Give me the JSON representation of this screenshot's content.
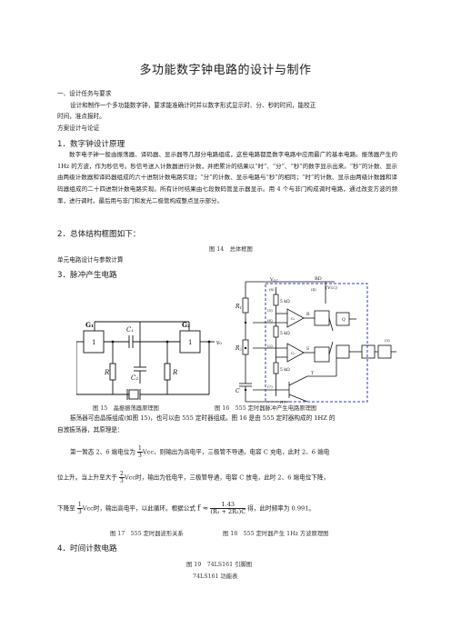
{
  "doc": {
    "title": "多功能数字钟电路的设计与制作",
    "s1": "一、设计任务与要求",
    "s1_text_a": "设计和制作一个多功能数字钟，要求能准确计时并以数字形式显示时、分、秒的时间，能校正",
    "s1_text_b": "时间，准点报时。",
    "s2": "方案设计与论证",
    "h1": "1．数字钟设计原理",
    "p1": "数字电子钟一般由振荡器、译码器、显示器等几部分电路组成，这些电路都是数字电路中应用最广的基本电路。振荡器产生的 1Hz 的方波，作为秒信号。秒信号送入计数器进行计数，并把累计的结果以“时”、“分”、“秒”的数字显示出来。“秒”的计数、显示由两级计数器和译码器组成的六十进制计数电路实现；“分”的计数、显示电路与“秒”的相同；“时”的计数、显示由两级计数器和译码器组成的二十四进制计数电路实现。所有计时结果由七段数码管显示器显示。用 4 个与非门构成调时电路，通过改变方波的频率，进行调时。最后用与非门和发光二极管构成整点显示部分。",
    "h2": "2．总体结构框图如下：",
    "fig14": "图 14　总体框图",
    "s3": "单元电路设计与参数计算",
    "h3": "3．脉冲产生电路",
    "fig15": "图 15　晶振振荡器原理图",
    "fig16": "图 16　555 定时器脉冲产生电路原理图",
    "p2a": "振荡器可由晶振组成(如图 15)，也可以由 555 定时器组成。图 16 是由 555 定时器构成的 1HZ 的",
    "p2b": "自激振荡器，其原理是：",
    "p3_pre": "第一暂态 2、6 端电位为",
    "p3_post": "，则输出为高电平，三极管不导通，电容 C 充电，此时 2、6 端电",
    "p4_pre": "位上升。当上升至大于",
    "p4_post": "时，输出为低电平，三极管导通，电容 C 放电，此时 2、6 端电位下降，",
    "p5_pre": "下降至",
    "p5_mid": "时，输出高电平，以此循环。根据公式",
    "p5_post": "得，此时频率为 0.991。",
    "frac_third_num": "1",
    "frac_twothird_num": "2",
    "frac_den": "3",
    "vcc": "Vcc",
    "formula_f": "f ≈",
    "formula_num": "1.43",
    "formula_den": "(R₁ + 2R₂)C",
    "fig17": "图 17　555 定时器波形关系",
    "fig18": "图 18　555 定时器产生 1Hz 方波原理图",
    "h4": "4．时间计数电路",
    "fig19": "图 19　74LS161 引脚图",
    "table_cap": "74LS161 功能表"
  },
  "circuit15": {
    "g1": "G₁",
    "g2": "G₂",
    "gate_label": "1",
    "c1": "C₁",
    "c2": "C₂",
    "r": "R",
    "out": "v₀"
  },
  "circuit16": {
    "vcc": "V<sub>CC</sub>",
    "r1": "R₁",
    "r2": "R₂",
    "c": "C",
    "rd": "R̄D",
    "res5k": "5 kΩ",
    "vcc_ref": "(V<sub>CC</sub>)",
    "pin8": "(8)",
    "pin4": "(4)",
    "pin5": "(5)",
    "pin6": "(6)",
    "pin2": "(2)",
    "pin7": "(7)",
    "pin3": "(3)",
    "pin1": "(1)",
    "s": "S",
    "rr": "R",
    "q": "Q",
    "t": "T",
    "c1l": "C₁",
    "c2l": "C₂"
  }
}
